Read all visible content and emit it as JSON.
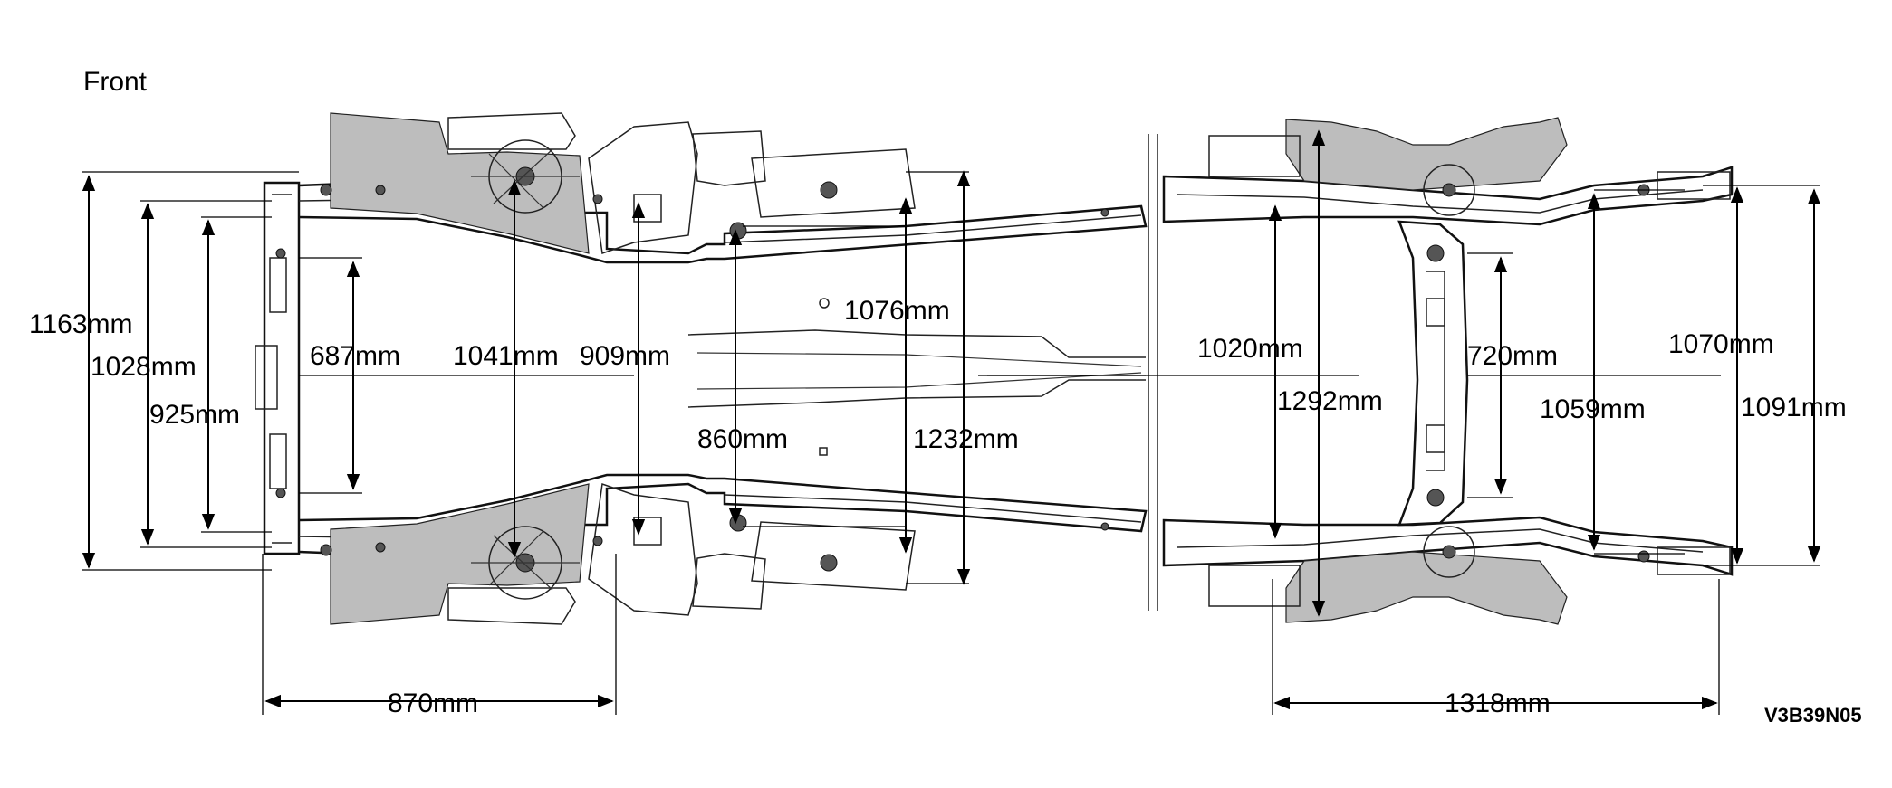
{
  "front_label": "Front",
  "drawing_code": "V3B39N05",
  "dimensions": {
    "d1163": "1163mm",
    "d1028": "1028mm",
    "d925": "925mm",
    "d687": "687mm",
    "d1041": "1041mm",
    "d909": "909mm",
    "d1076": "1076mm",
    "d860": "860mm",
    "d1232": "1232mm",
    "d870": "870mm",
    "d1020": "1020mm",
    "d1292": "1292mm",
    "d720": "720mm",
    "d1059": "1059mm",
    "d1070": "1070mm",
    "d1091": "1091mm",
    "d1318": "1318mm"
  }
}
